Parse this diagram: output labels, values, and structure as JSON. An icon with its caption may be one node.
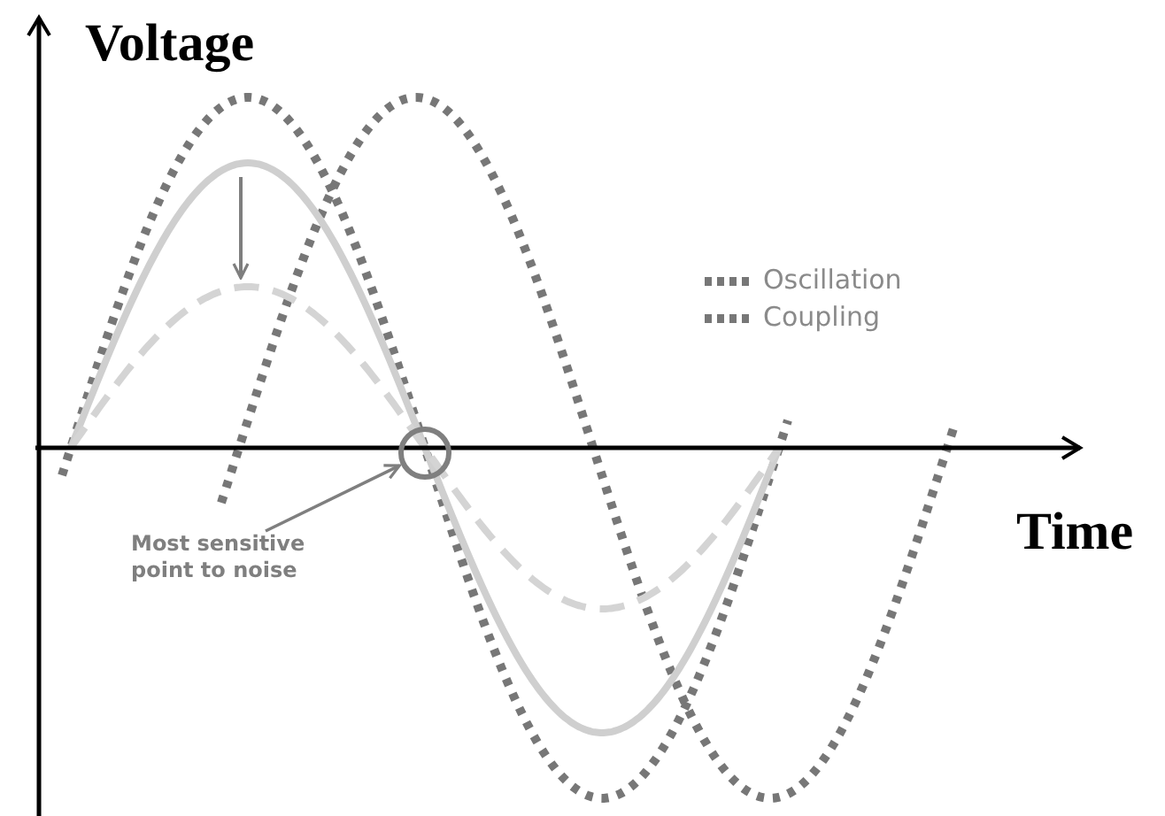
{
  "diagram": {
    "nodes": [
      {
        "text": [
          "Most sensitive point to noise"
        ]
      },
      {
        "text": [],
        "shape": "circle"
      }
    ],
    "edges": [
      {
        "from": 0,
        "to": 1,
        "arrow": "to"
      }
    ],
    "labels": [
      "Voltage",
      "Time"
    ],
    "legend": [
      {
        "text": "Oscillation"
      },
      {
        "text": "Coupling"
      }
    ]
  }
}
